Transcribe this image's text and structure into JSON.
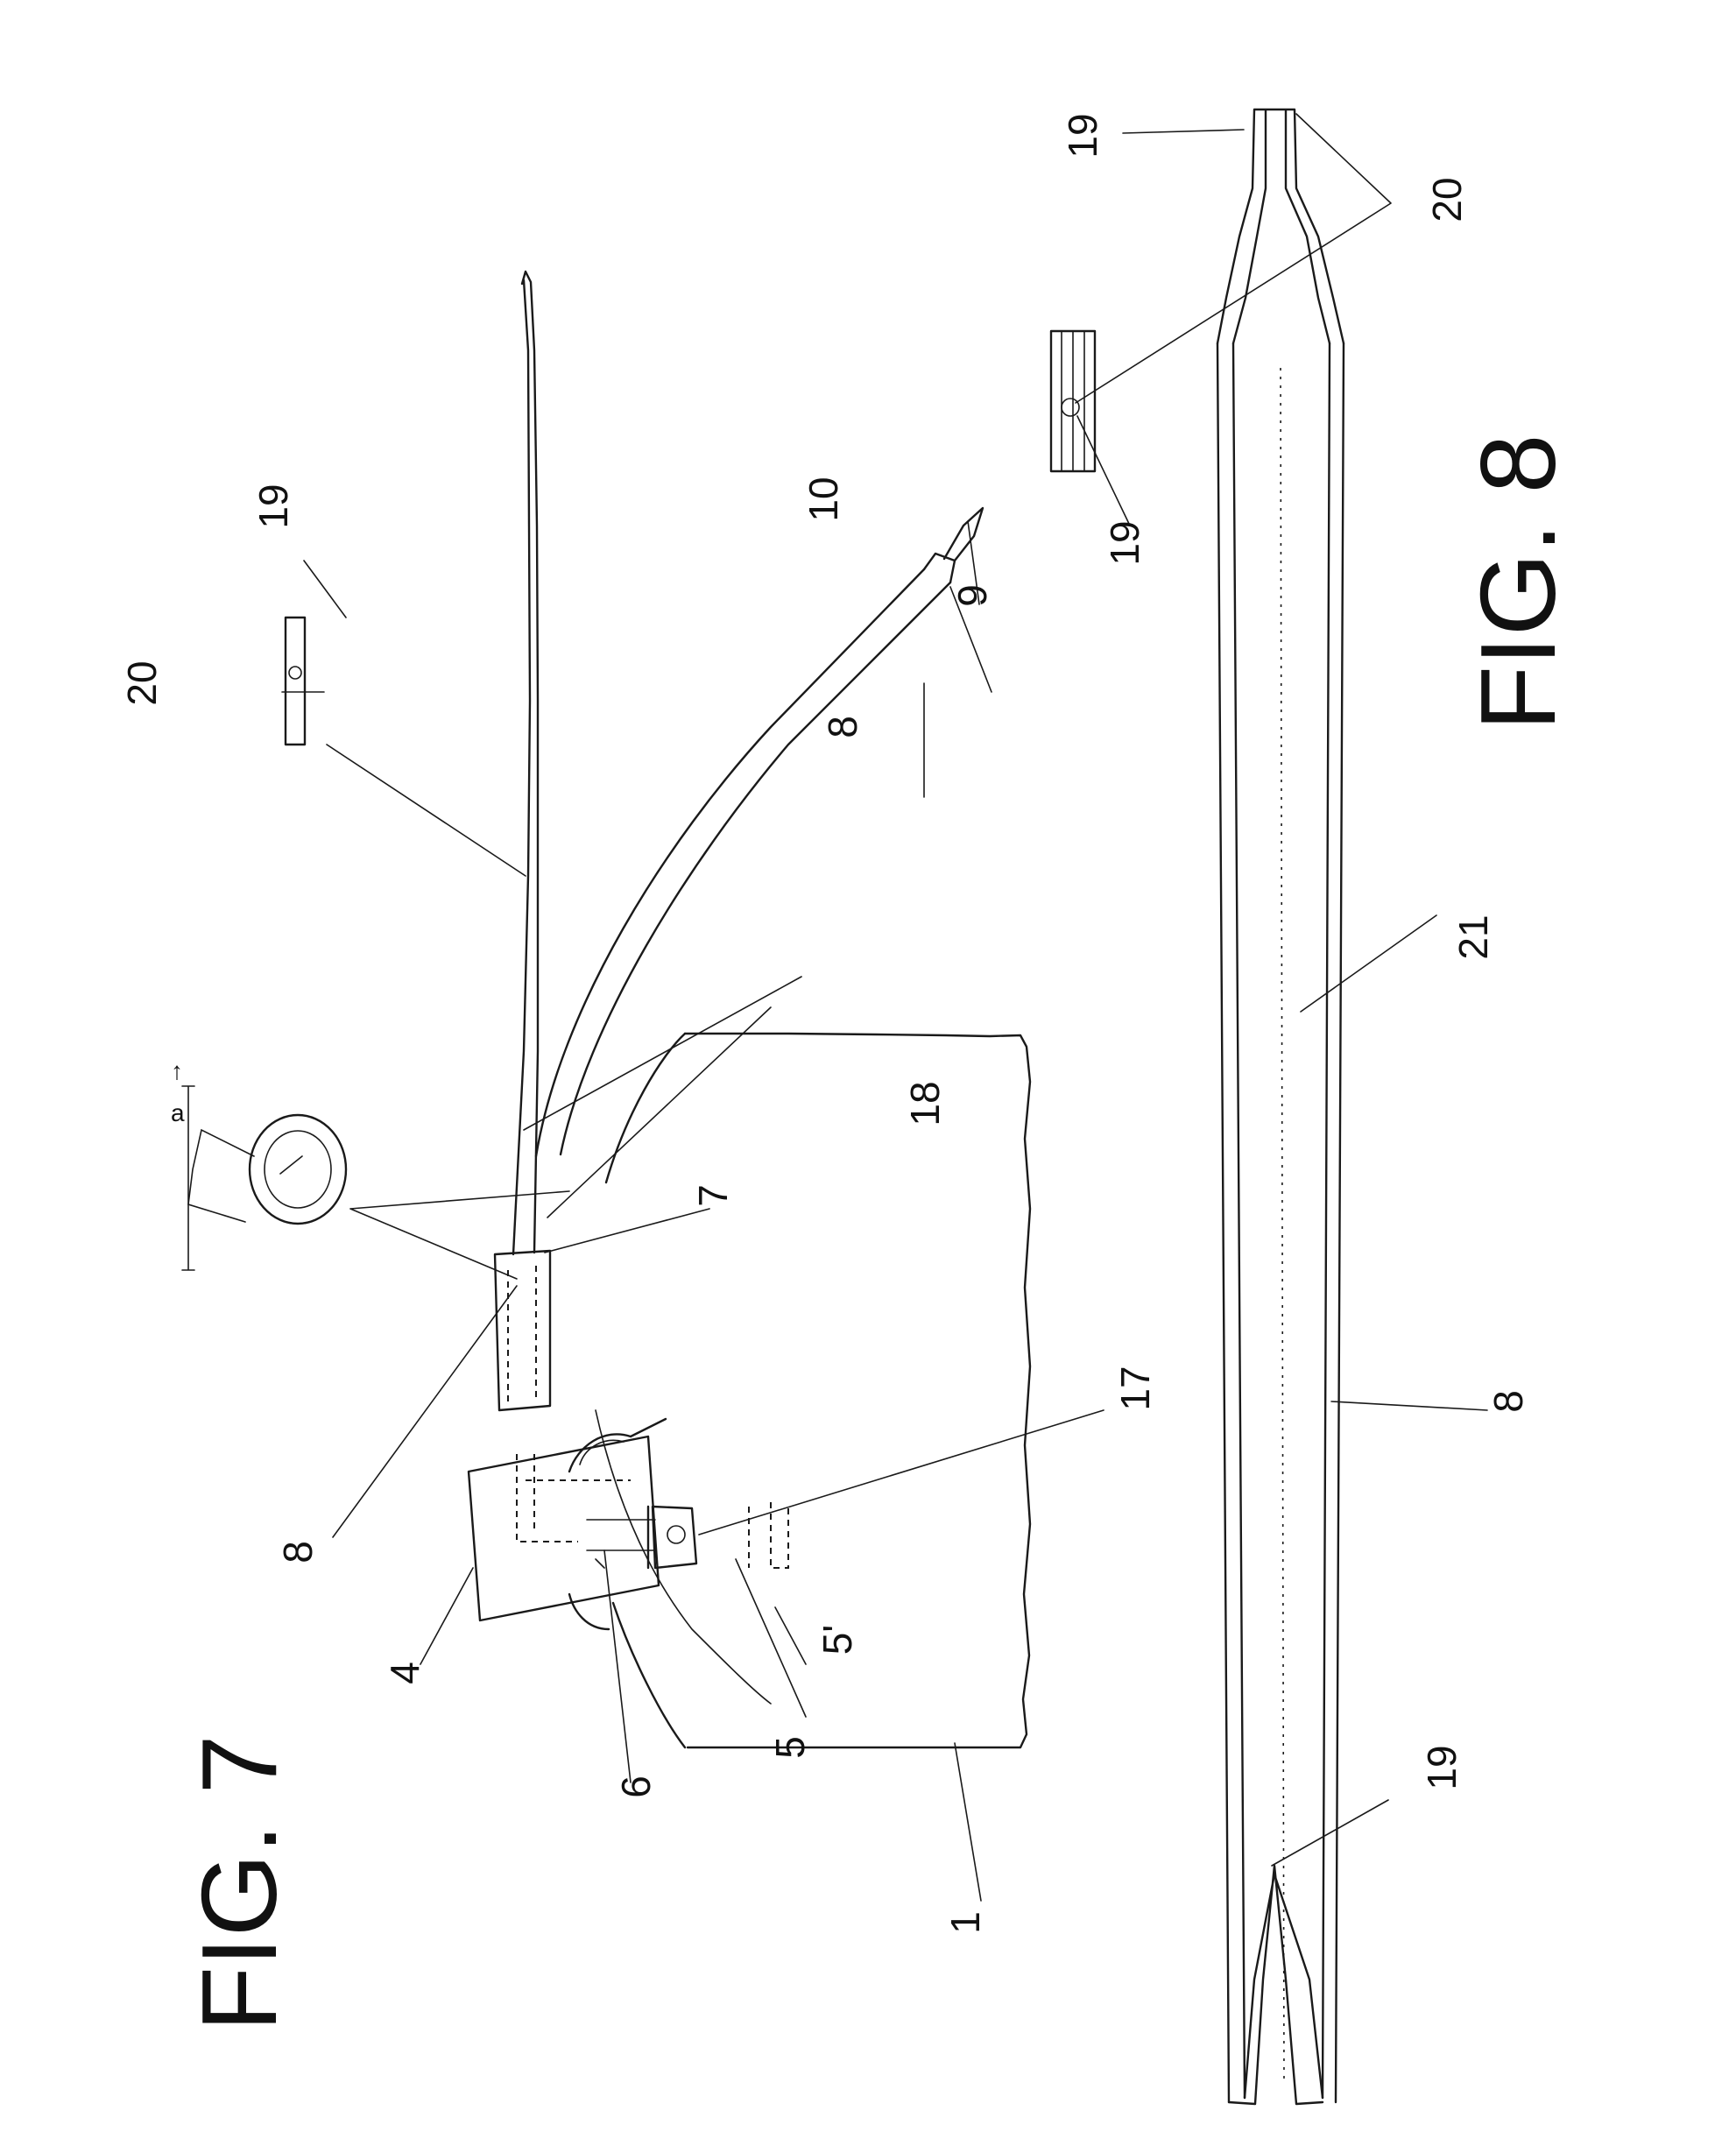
{
  "figures": [
    {
      "title": "FIG. 7",
      "reference_numerals": [
        "1",
        "4",
        "5",
        "5'",
        "6",
        "7",
        "8",
        "8",
        "9",
        "10",
        "17",
        "18",
        "19",
        "20"
      ]
    },
    {
      "title": "FIG. 8",
      "reference_numerals": [
        "8",
        "19",
        "19",
        "19",
        "20",
        "21"
      ]
    }
  ]
}
